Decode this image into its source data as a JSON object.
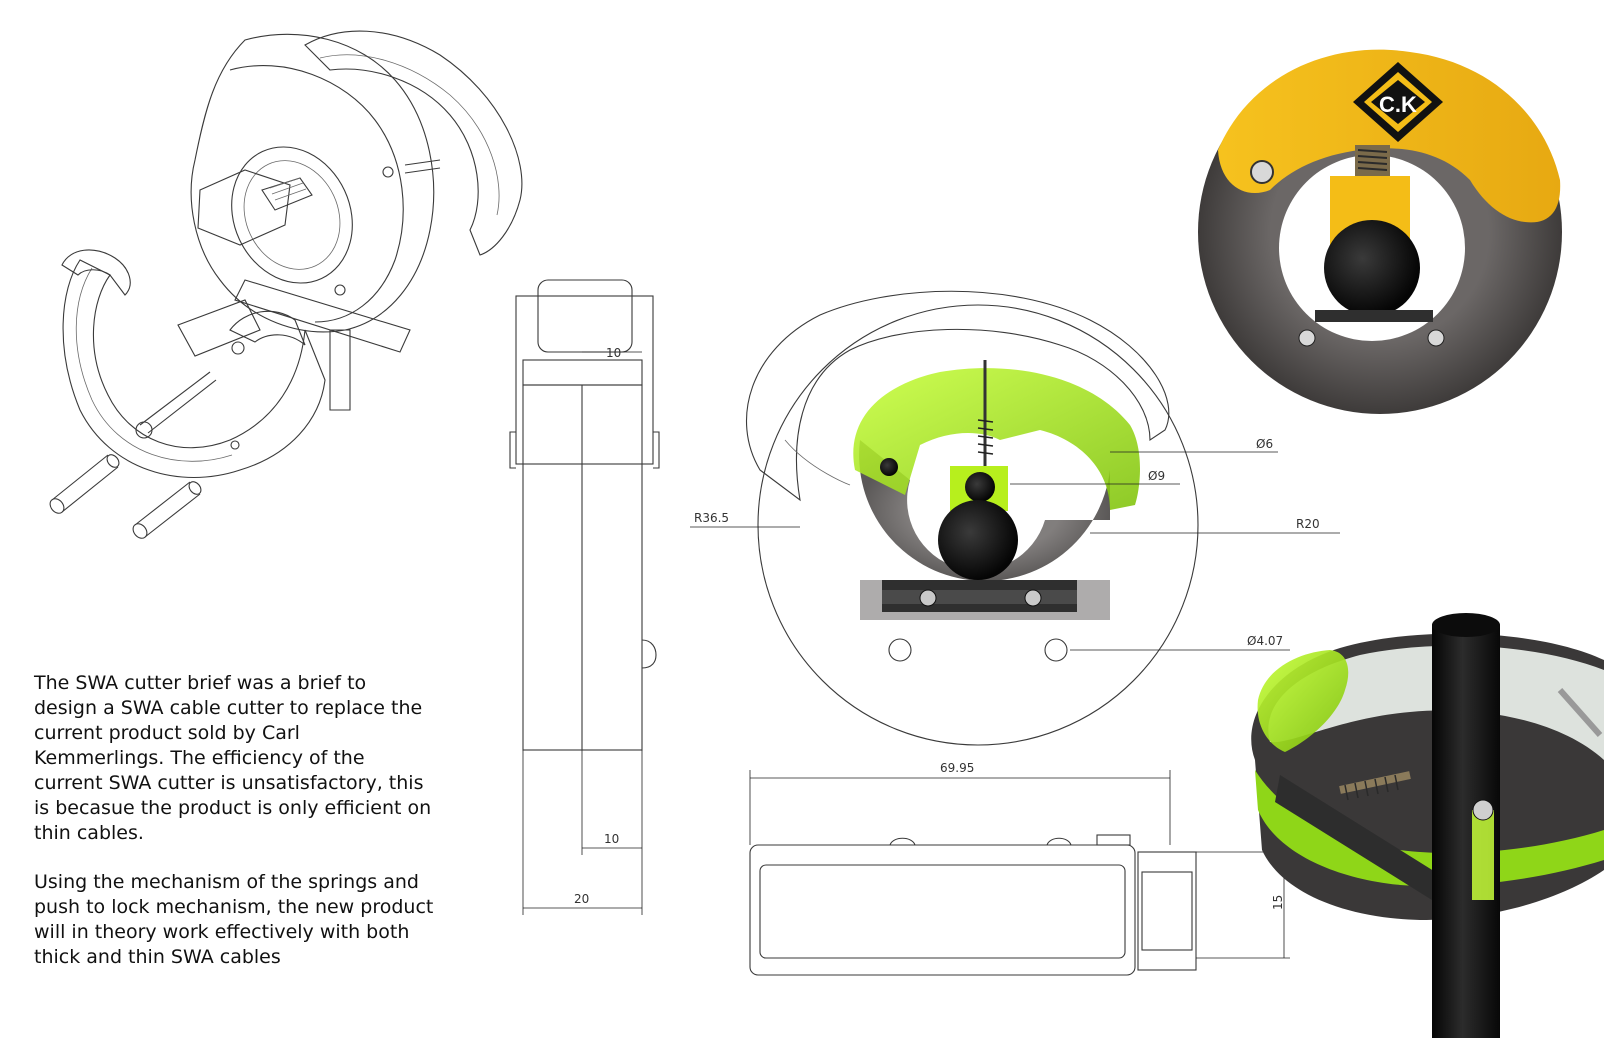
{
  "description": {
    "paragraph_1": "The SWA cutter brief was a brief to design a SWA cable cutter to replace the current product sold by Carl Kemmerlings. The efficiency of the current SWA cutter is unsatisfactory, this is becasue the product is only efficient on thin cables.",
    "paragraph_2": "Using the mechanism of the springs and push to lock mechanism, the new product will in theory work effectively with both thick and thin SWA cables"
  },
  "logo": {
    "text": "C.K"
  },
  "dimensions": {
    "side_top_width": "10",
    "side_bottom_width": "10",
    "side_overall_width": "20",
    "front_pin_diameter": "Ø6",
    "front_screw_diameter": "Ø9",
    "front_outer_radius": "R36.5",
    "front_inner_radius": "R20",
    "front_hole_diameter": "Ø4.07",
    "bottom_length": "69.95",
    "bottom_height": "15"
  },
  "colors": {
    "accent_green": "#a6e61a",
    "accent_yellow": "#f3b817",
    "body_grey": "#5a5655",
    "dark": "#151515"
  }
}
